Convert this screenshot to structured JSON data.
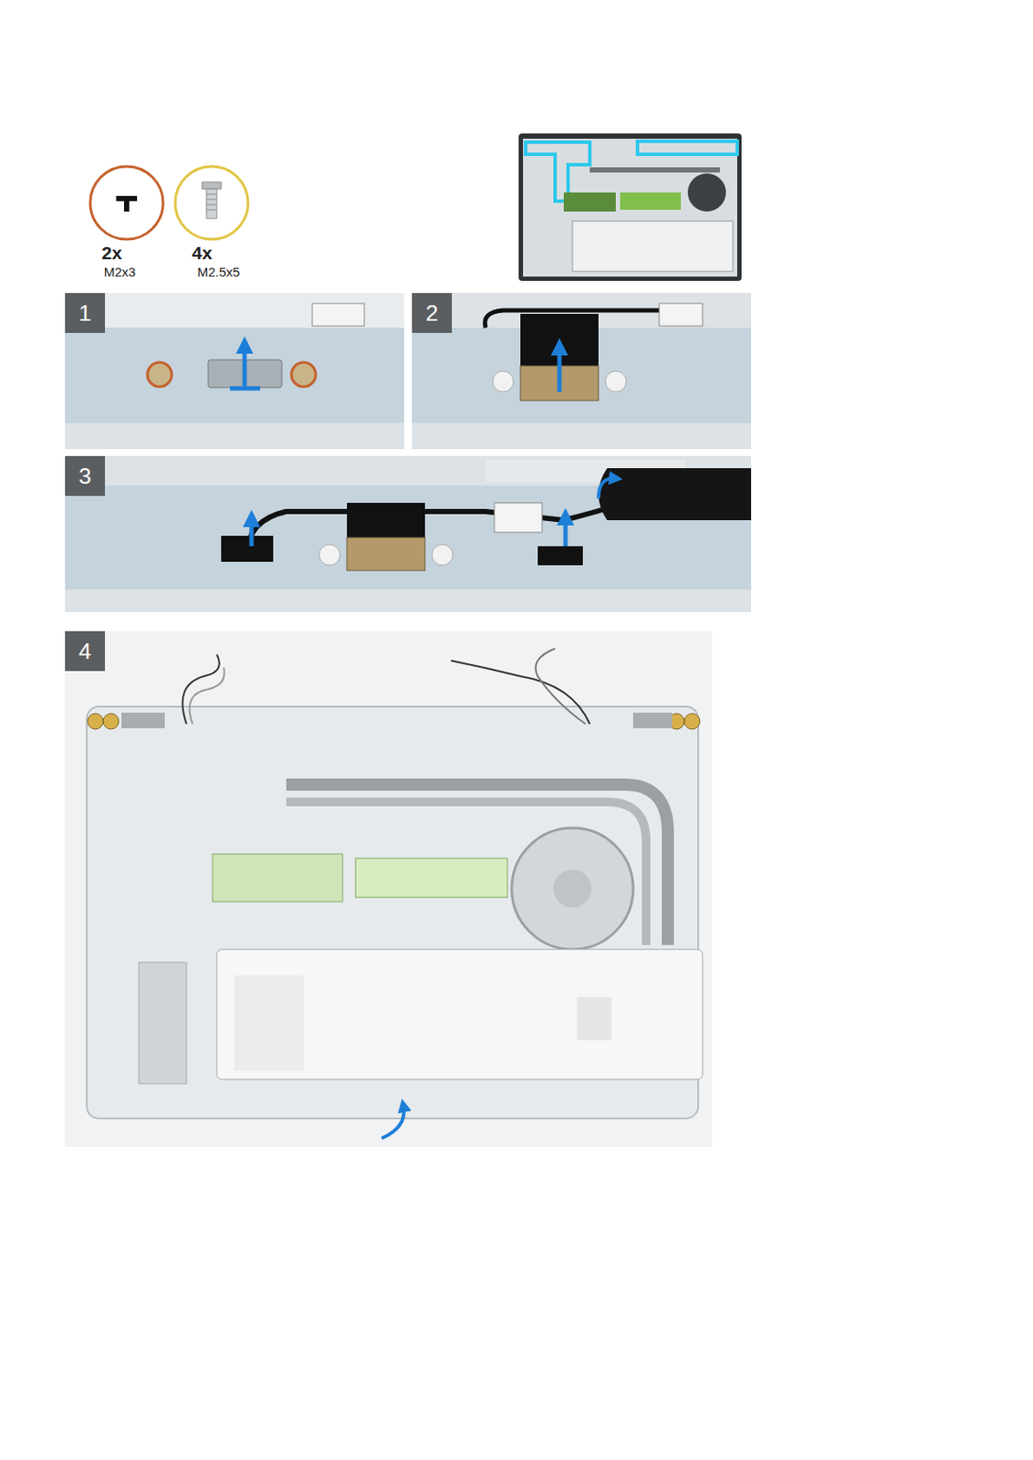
{
  "diagram": {
    "nodes": [
      {
        "text": [
          "1"
        ]
      },
      {
        "text": [
          "2"
        ]
      },
      {
        "text": [
          "3"
        ]
      },
      {
        "text": [
          "4"
        ]
      }
    ],
    "labels": [
      "2x",
      "M2x3",
      "4x",
      "M2.5x5"
    ]
  }
}
